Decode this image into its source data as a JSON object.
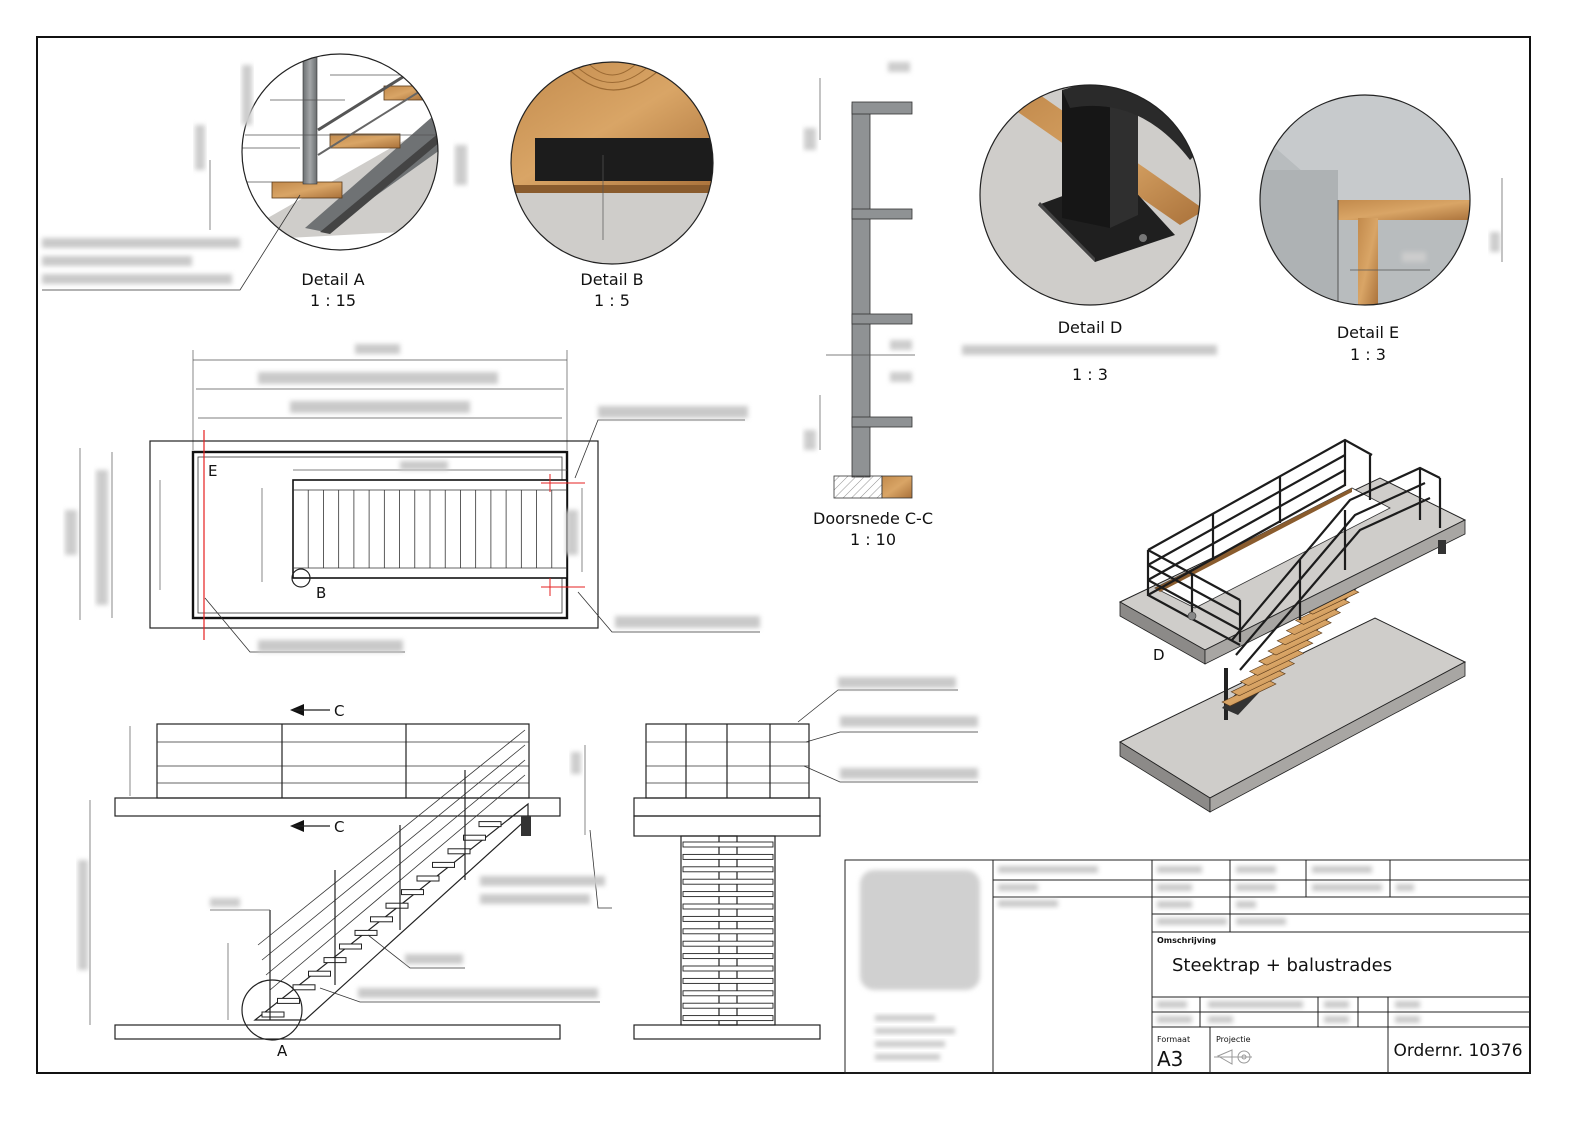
{
  "details": {
    "a": {
      "title": "Detail A",
      "scale": "1 : 15"
    },
    "b": {
      "title": "Detail B",
      "scale": "1 : 5"
    },
    "d": {
      "title": "Detail D",
      "scale": "1 : 3"
    },
    "e": {
      "title": "Detail E",
      "scale": "1 : 3"
    }
  },
  "section_cc": {
    "title": "Doorsnede C-C",
    "scale": "1 : 10"
  },
  "markers": {
    "a": "A",
    "b": "B",
    "c_top": "C",
    "c_bottom": "C",
    "d": "D",
    "e": "E"
  },
  "title_block": {
    "omschrijving_label": "Omschrijving",
    "description": "Steektrap + balustrades",
    "format_label": "Formaat",
    "format": "A3",
    "projectie_label": "Projectie",
    "order": "Ordernr. 10376"
  },
  "colors": {
    "steel": "#8f9294",
    "wood": "#b9844a",
    "dark_steel": "#1c1c1c",
    "concrete": "#cfcdca"
  }
}
